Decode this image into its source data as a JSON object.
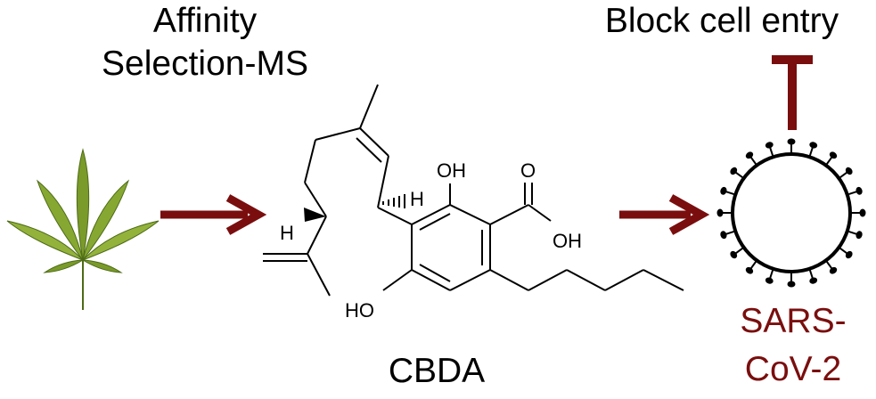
{
  "headings": {
    "left_line1": "Affinity",
    "left_line2": "Selection-MS",
    "right": "Block cell entry"
  },
  "molecule": {
    "name": "CBDA",
    "atom_labels": {
      "h_left": "H",
      "h_right": "H",
      "oh_top": "OH",
      "o_carbonyl": "O",
      "oh_acid": "OH",
      "ho_bottom": "HO"
    }
  },
  "virus": {
    "label_line1": "SARS-",
    "label_line2": "CoV-2"
  },
  "colors": {
    "arrow": "#7a0e0e",
    "inhibit_bar": "#7a0e0e",
    "virus_label": "#7a0e0e",
    "leaf_fill": "#7a9a2a",
    "leaf_dark": "#4d6b16"
  },
  "icons": {
    "plant": "cannabis-leaf-icon",
    "virus": "coronavirus-icon"
  }
}
